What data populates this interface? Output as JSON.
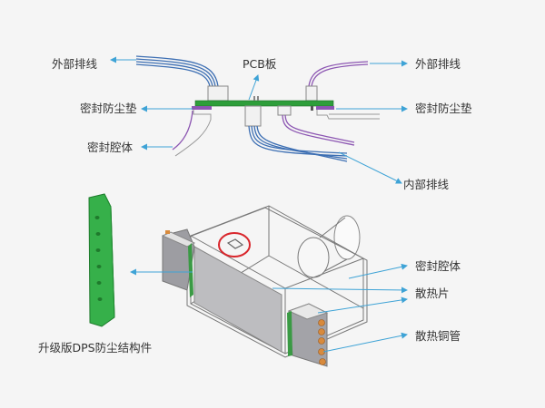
{
  "labels": {
    "external_cable_left": "外部排线",
    "pcb_board": "PCB板",
    "external_cable_right": "外部排线",
    "seal_gasket_left": "密封防尘垫",
    "seal_gasket_right": "密封防尘垫",
    "sealed_cavity_top": "密封腔体",
    "internal_cable": "内部排线",
    "sealed_cavity_bottom": "密封腔体",
    "heat_sink": "散热片",
    "heat_pipe": "散热铜管",
    "dps_dust_part": "升级版DPS防尘结构件"
  },
  "colors": {
    "pcb": "#2e9e3a",
    "gasket": "#8c56b2",
    "leader_line": "#3ea3d6",
    "cable_blue": "#3d6fb3",
    "highlight_circle": "#d9262c",
    "copper": "#d88a3c"
  }
}
